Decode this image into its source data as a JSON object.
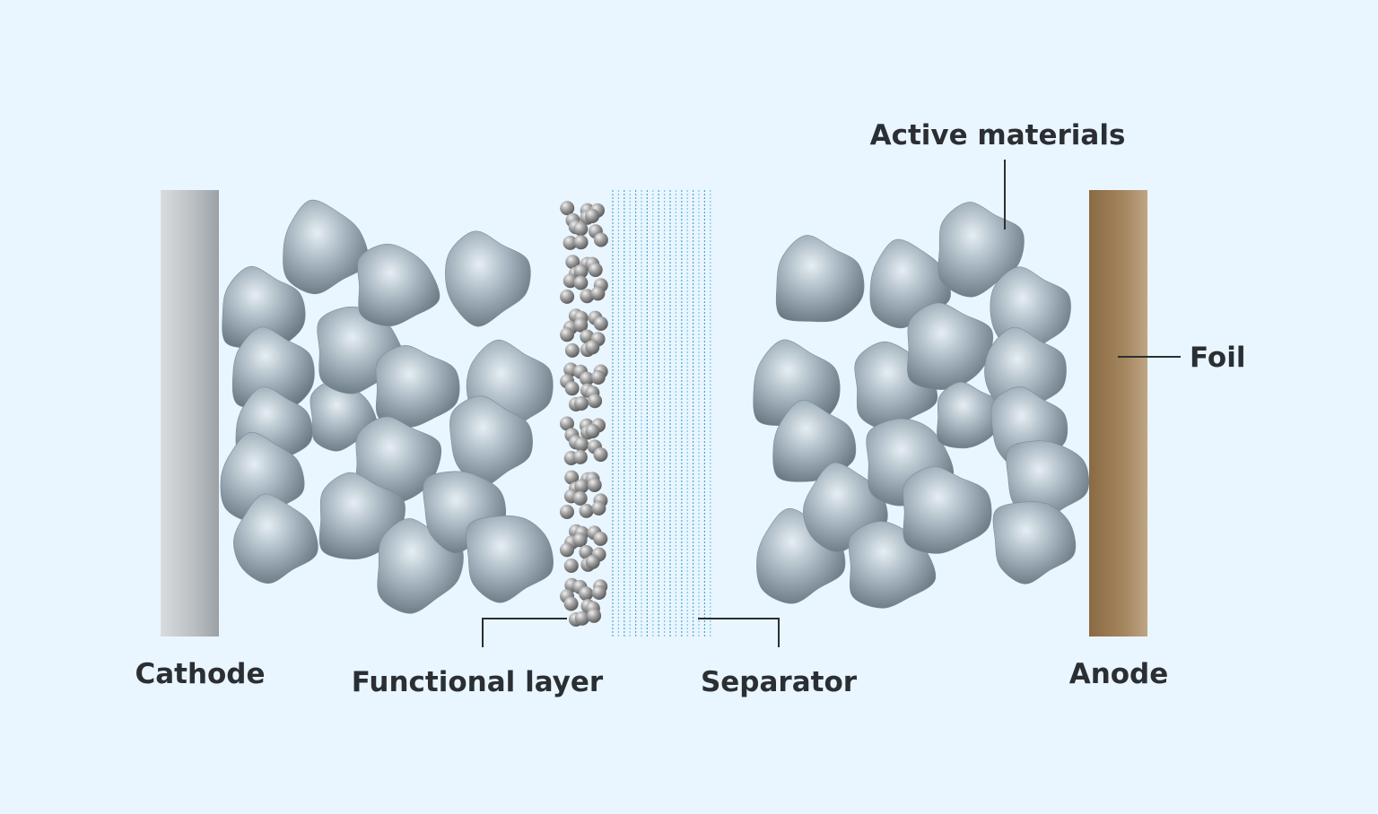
{
  "labels": {
    "active_materials": "Active materials",
    "foil": "Foil",
    "cathode": "Cathode",
    "functional_layer": "Functional layer",
    "separator": "Separator",
    "anode": "Anode"
  },
  "colors": {
    "background": "#e9f6ff",
    "cathode_foil": "#b9bec2",
    "anode_foil": "#9b7b52",
    "particle": "#9fb0bb",
    "separator_line": "#55aedb",
    "leader_line": "#2b2f33",
    "text": "#2b2f33"
  }
}
